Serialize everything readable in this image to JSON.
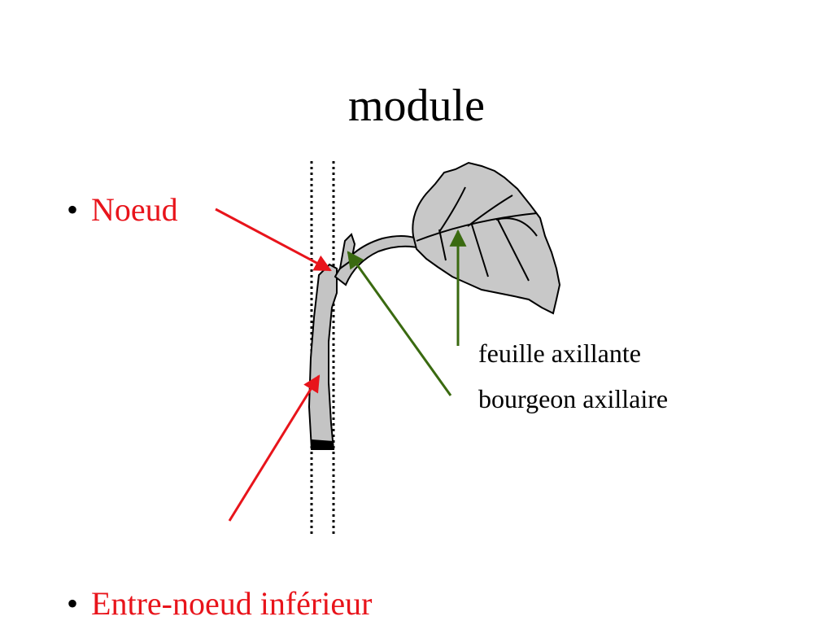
{
  "slide": {
    "title": "module",
    "bullets": [
      {
        "marker": "•",
        "text": "Noeud",
        "color": "#e8141b"
      },
      {
        "marker": "•",
        "text": "Entre-noeud inférieur",
        "color": "#e8141b"
      }
    ],
    "labels": [
      {
        "text": "feuille axillante"
      },
      {
        "text": "bourgeon axillaire"
      }
    ],
    "colors": {
      "red_arrow": "#e8141b",
      "green_arrow": "#3a6a10",
      "stem_fill": "#c4c4c4",
      "leaf_fill": "#c8c8c8",
      "outline": "#000000"
    }
  }
}
